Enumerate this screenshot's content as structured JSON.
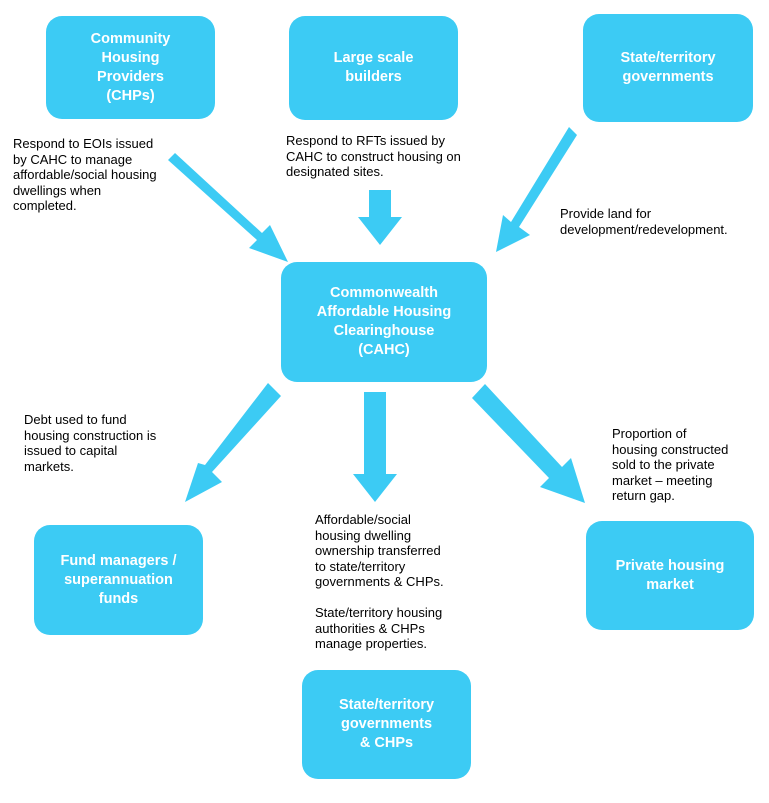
{
  "colors": {
    "box_fill": "#3ccbf4",
    "arrow_fill": "#3ccbf4",
    "box_text": "#ffffff",
    "note_text": "#000000"
  },
  "nodes": {
    "chps_top": "Community\nHousing\nProviders\n(CHPs)",
    "builders": "Large scale\nbuilders",
    "state_top": "State/territory\ngovernments",
    "cahc": "Commonwealth\nAffordable Housing\nClearinghouse\n(CAHC)",
    "fund_managers": "Fund managers /\nsuperannuation\nfunds",
    "state_chps_bottom": "State/territory\ngovernments\n& CHPs",
    "private_market": "Private housing\nmarket"
  },
  "notes": {
    "chps_top": "Respond to EOIs issued\nby CAHC to manage\naffordable/social housing\ndwellings when\ncompleted.",
    "builders": "Respond to RFTs issued by\nCAHC to construct housing on\ndesignated sites.",
    "state_top": "Provide land for\ndevelopment/redevelopment.",
    "fund_managers": "Debt used to fund\nhousing construction is\nissued to capital\nmarkets.",
    "state_chps_bottom": "Affordable/social\nhousing dwelling\nownership transferred\nto state/territory\ngovernments & CHPs.\n\nState/territory housing\nauthorities & CHPs\nmanage properties.",
    "private_market": "Proportion of\nhousing constructed\nsold to the private\nmarket – meeting\nreturn gap."
  }
}
